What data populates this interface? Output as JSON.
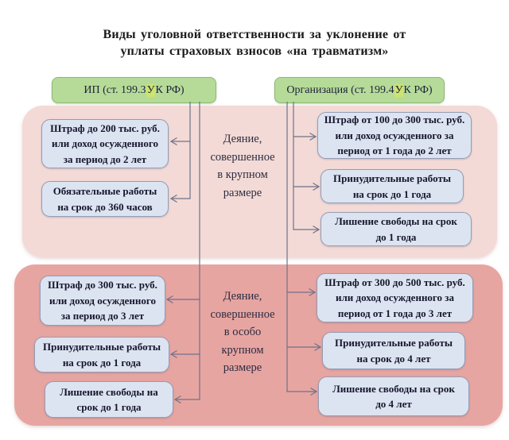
{
  "title": "Виды уголовной ответственности за уклонение от\nуплаты страховых взносов «на травматизм»",
  "headers": {
    "ip": {
      "prefix": "ИП (ст. 199.3 ",
      "highlight": "У",
      "suffix": "К РФ)"
    },
    "org": {
      "prefix": "Организация (ст. 199.4 ",
      "highlight": "У",
      "suffix": "К РФ)"
    }
  },
  "sections": [
    {
      "condition": "Деяние,\nсовершенное\nв крупном\nразмере",
      "ip_penalties": [
        "Штраф до 200 тыс. руб.\nили доход осужденного\nза период до 2 лет",
        "Обязательные работы\nна срок до 360 часов"
      ],
      "org_penalties": [
        "Штраф от 100 до 300 тыс. руб.\nили доход осужденного за\nпериод от 1 года до 2 лет",
        "Принудительные работы\nна срок до 1 года",
        "Лишение свободы на срок\nдо 1 года"
      ]
    },
    {
      "condition": "Деяние,\nсовершенное\nв особо\nкрупном\nразмере",
      "ip_penalties": [
        "Штраф до 300 тыс. руб.\nили доход осужденного\nза период до 3 лет",
        "Принудительные работы\nна срок до 1 года",
        "Лишение свободы на\nсрок до 1 года"
      ],
      "org_penalties": [
        "Штраф от 300 до 500 тыс. руб.\nили доход осужденного за\nпериод от 1 года до 3 лет",
        "Принудительные работы\nна срок до 4 лет",
        "Лишение свободы на срок\nдо 4 лет"
      ]
    }
  ],
  "colors": {
    "header_fill": "#b6db99",
    "header_border": "#8eb873",
    "header_highlight": "#cde46d",
    "section1_fill": "#f3dad6",
    "section2_fill": "#e7a5a1",
    "penalty_fill": "#dde4f1",
    "penalty_border": "#959db5",
    "connector": "#6f7289",
    "text_dark": "#15162c"
  }
}
